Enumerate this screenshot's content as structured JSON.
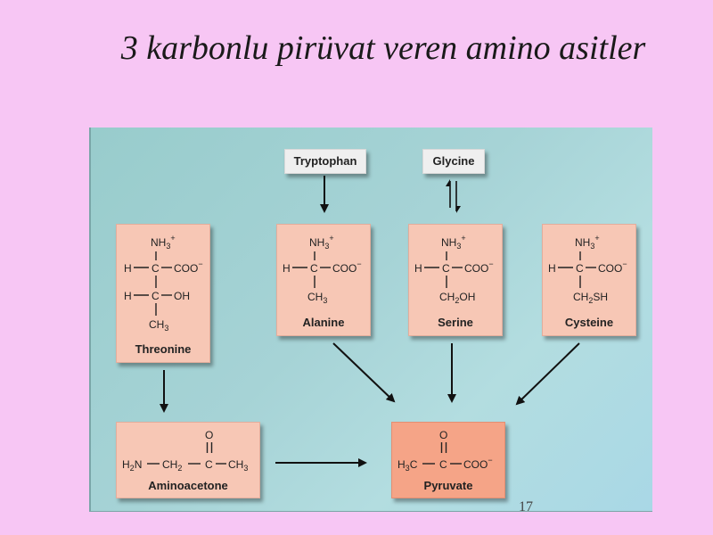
{
  "slide": {
    "title": "3 karbonlu pirüvat veren amino asitler",
    "page_number": "17"
  },
  "diagram": {
    "sources": {
      "tryptophan": "Tryptophan",
      "glycine": "Glycine"
    },
    "molecules": {
      "threonine": "Threonine",
      "alanine": "Alanine",
      "serine": "Serine",
      "cysteine": "Cysteine",
      "aminoacetone": "Aminoacetone",
      "pyruvate": "Pyruvate"
    },
    "formula_text": {
      "nh3": "NH",
      "sub3": "3",
      "plus": "+",
      "h": "H",
      "c": "C",
      "coo": "COO",
      "minus": "−",
      "oh": "OH",
      "ch": "CH",
      "ch2": "CH",
      "sub2": "2",
      "sh": "SH",
      "o": "O",
      "n": "N"
    }
  },
  "colors": {
    "background": "#f7c6f4",
    "panel": "#a6d3d6",
    "molecule_box": "#f7c7b5",
    "pyruvate_box": "#f5a487",
    "label_box": "#efefef"
  }
}
